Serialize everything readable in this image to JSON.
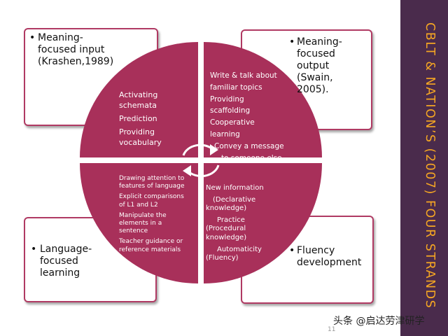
{
  "title": "CBLT & NATION’S (2007) FOUR STRANDS",
  "page_number": "11",
  "watermark": "头条 @启达劳津研学",
  "boxes": {
    "top_left": [
      "Meaning-",
      "focused input",
      "(Krashen,1989)"
    ],
    "top_right": [
      "Meaning-",
      "focused",
      "output",
      "(Swain,",
      "2005)."
    ],
    "bottom_left": [
      "Language-",
      "focused",
      "learning"
    ],
    "bottom_right": [
      "Fluency",
      "development"
    ]
  },
  "quadrants": {
    "top_left": [
      "Activating",
      "schemata",
      "Prediction",
      "Providing",
      "vocabulary"
    ],
    "top_right": [
      "Write & talk about",
      "familiar topics",
      "Providing",
      "scaffolding",
      "Cooperative",
      "learning",
      "Convey a message",
      "to someone else"
    ],
    "bottom_left": [
      "Drawing attention to",
      "features of language",
      "Explicit comparisons",
      "of L1 and L2",
      "Manipulate the",
      "elements in a",
      "sentence",
      "Teacher guidance or",
      "reference materials"
    ],
    "bottom_right": [
      "New information",
      "(Declarative",
      "knowledge)",
      "Practice",
      "(Procedural",
      "knowledge)",
      "Automaticity",
      "(Fluency)"
    ]
  },
  "colors": {
    "circle": "#a8305a",
    "sidebar": "#4a2b4c",
    "title": "#f5a623",
    "box_border": "#b03a63"
  },
  "icons": [
    "bullet-icon",
    "cycle-arrows-icon"
  ]
}
